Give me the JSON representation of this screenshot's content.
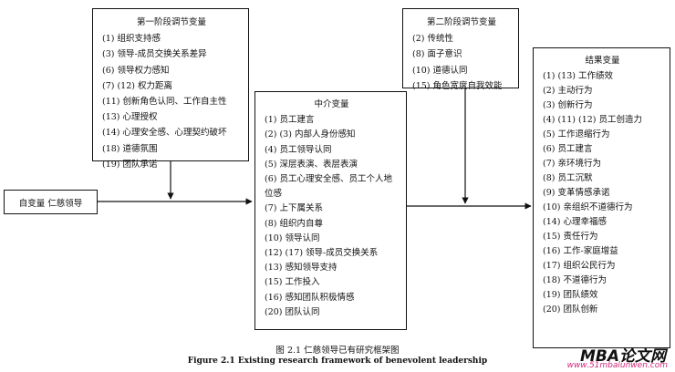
{
  "independent_variable": "自变量 仁慈领导",
  "moderator1": {
    "title": "第一阶段调节变量",
    "items": [
      "(1)  组织支持感",
      "(3)  领导-成员交换关系差异",
      "(6)  领导权力感知",
      "(7)    (12)  权力距离",
      "(11)  创新角色认同、工作自主性",
      "(13)  心理授权",
      "(14)  心理安全感、心理契约破坏",
      "(18)  道德氛围",
      "(19)  团队承诺"
    ]
  },
  "moderator2": {
    "title": "第二阶段调节变量",
    "items": [
      "(2)  传统性",
      "(8)  面子意识",
      "(10)  道德认同",
      "(15)  角色宽度自我效能"
    ]
  },
  "mediator": {
    "title": "中介变量",
    "items": [
      "(1)  员工建言",
      "(2)    (3)  内部人身份感知",
      "(4)  员工领导认同",
      "(5)  深层表演、表层表演",
      "(6)  员工心理安全感、员工个人地位感",
      "(7)  上下属关系",
      "(8)  组织内自尊",
      "(10)  领导认同",
      "(12)    (17)  领导-成员交换关系",
      "(13)  感知领导支持",
      "(15)  工作投入",
      "(16)  感知团队积极情感",
      "(20)  团队认同"
    ]
  },
  "outcome": {
    "title": "结果变量",
    "items": [
      "(1)    (13)  工作绩效",
      "(2)  主动行为",
      "(3)  创新行为",
      "(4)    (11)    (12)  员工创造力",
      "(5)  工作退缩行为",
      "(6)  员工建言",
      "(7)  亲环境行为",
      "(8)  员工沉默",
      "(9)  变革情感承诺",
      "(10)  亲组织不道德行为",
      "(14)  心理幸福感",
      "(15)  责任行为",
      "(16)  工作-家庭增益",
      "(17)  组织公民行为",
      "(18)  不道德行为",
      "(19)  团队绩效",
      "(20)  团队创新"
    ]
  },
  "caption": {
    "zh": "图 2.1  仁慈领导已有研究框架图",
    "en": "Figure 2.1 Existing research framework of benevolent leadership"
  },
  "watermark": {
    "logo": "MBA论文网",
    "url": "www.51mbalunwen.com",
    "url_color": "#d2267a"
  }
}
